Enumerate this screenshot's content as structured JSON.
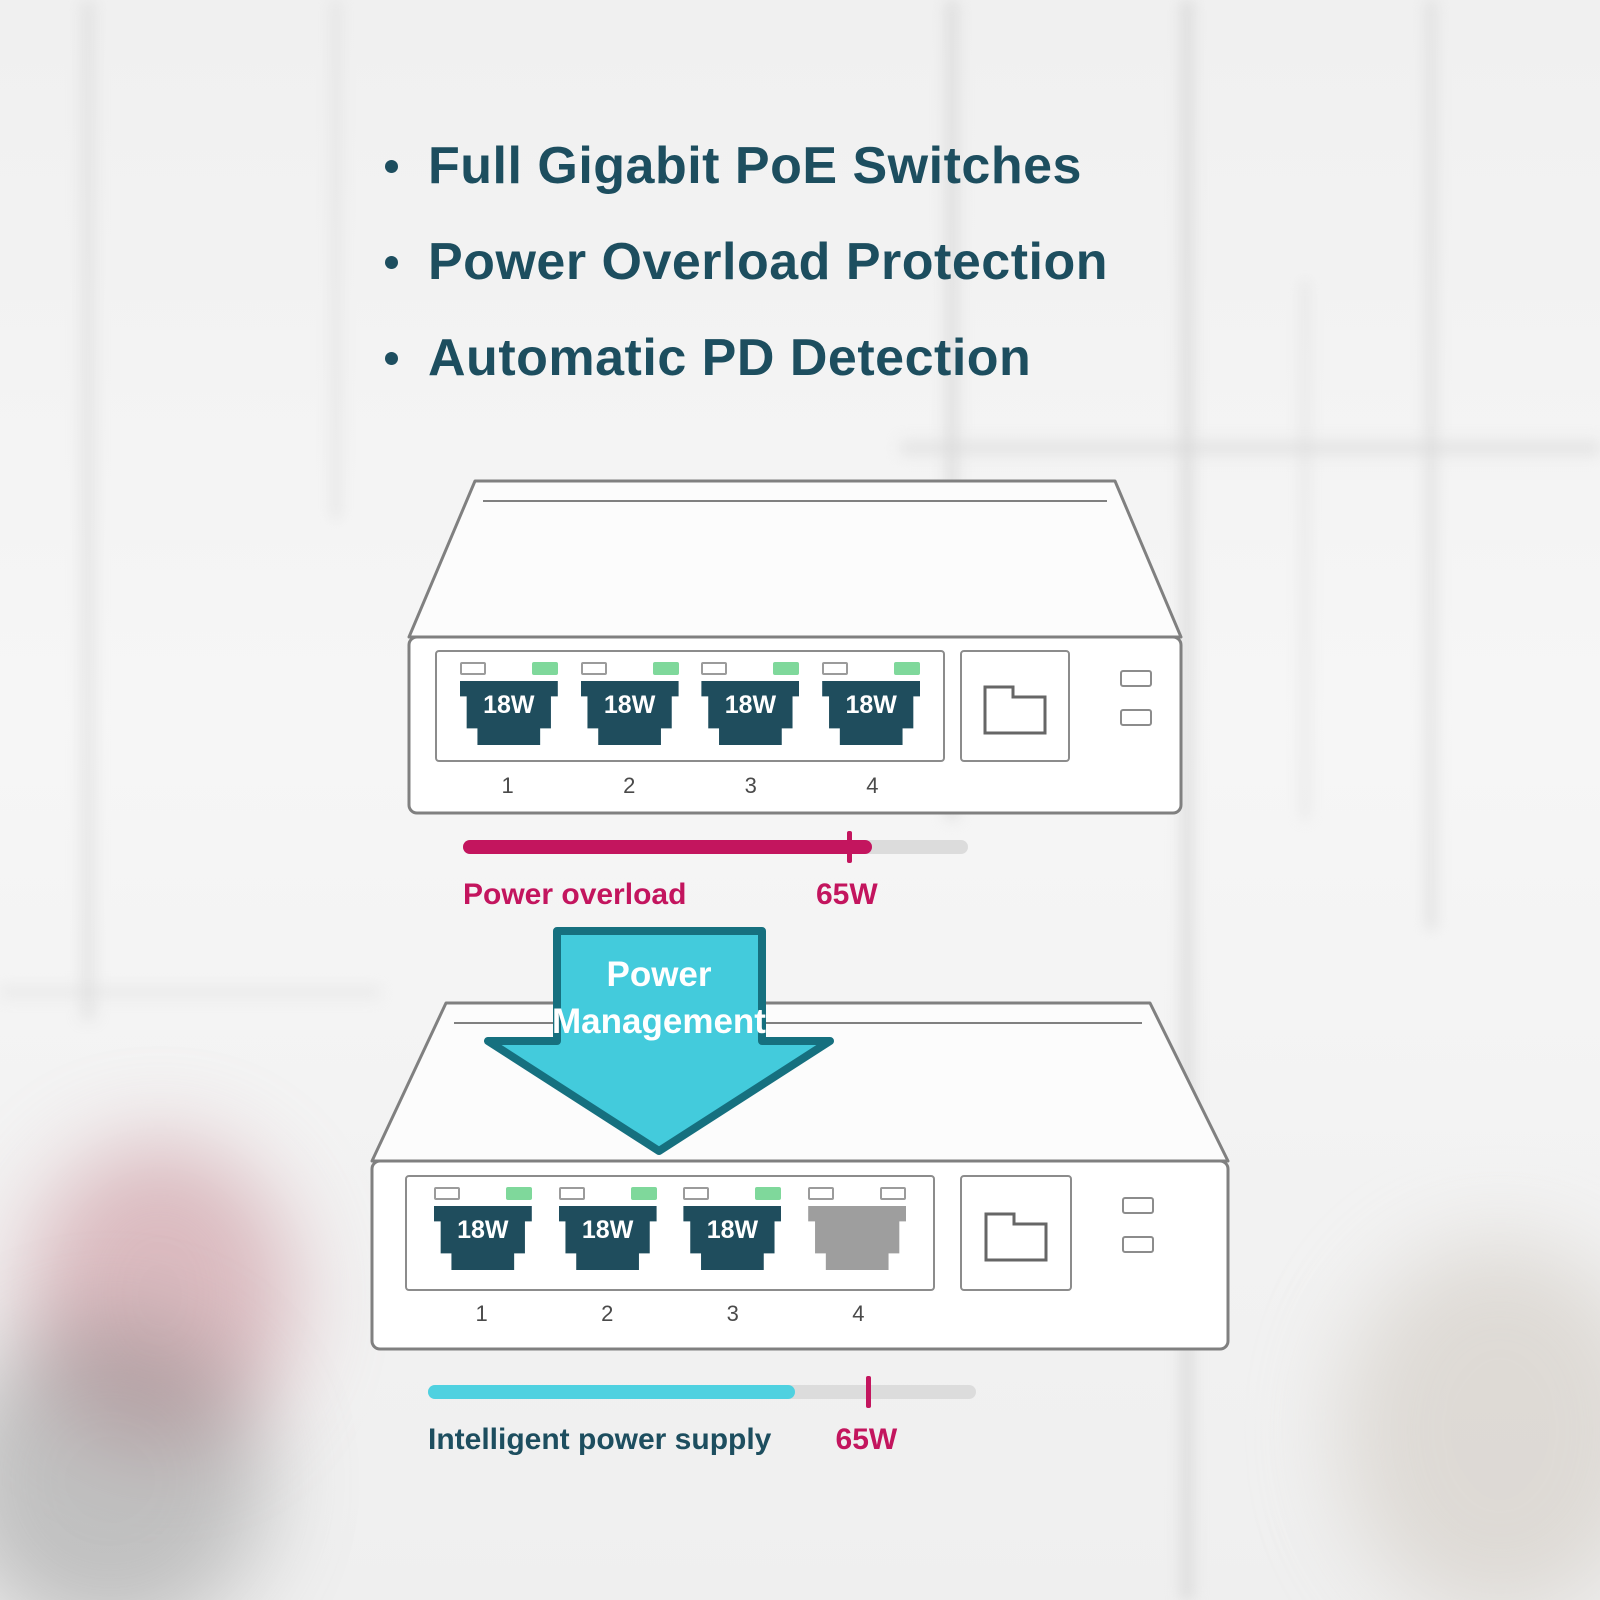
{
  "bullets": {
    "items": [
      {
        "text": "Full Gigabit PoE Switches"
      },
      {
        "text": "Power Overload Protection"
      },
      {
        "text": "Automatic PD Detection"
      }
    ]
  },
  "switch_overload": {
    "name": "PoE switch before power management",
    "ports": [
      {
        "power_label": "18W",
        "number": "1",
        "powered": true
      },
      {
        "power_label": "18W",
        "number": "2",
        "powered": true
      },
      {
        "power_label": "18W",
        "number": "3",
        "powered": true
      },
      {
        "power_label": "18W",
        "number": "4",
        "powered": true
      }
    ],
    "power_bar": {
      "label": "Power overload",
      "limit_label": "65W",
      "fill_percent": 81,
      "marker_percent": 76,
      "fill_color": "#c3155e"
    }
  },
  "arrow": {
    "line1": "Power",
    "line2": "Management"
  },
  "switch_managed": {
    "name": "PoE switch with intelligent power supply",
    "ports": [
      {
        "power_label": "18W",
        "number": "1",
        "powered": true
      },
      {
        "power_label": "18W",
        "number": "2",
        "powered": true
      },
      {
        "power_label": "18W",
        "number": "3",
        "powered": true
      },
      {
        "power_label": "",
        "number": "4",
        "powered": false
      }
    ],
    "power_bar": {
      "label": "Intelligent power supply",
      "limit_label": "65W",
      "fill_percent": 67,
      "marker_percent": 80,
      "fill_color": "#4fd1e0"
    }
  },
  "colors": {
    "heading_teal": "#1d4e5f",
    "magenta": "#c3155e",
    "arrow_cyan": "#43cbdc",
    "arrow_border": "#16707f",
    "port_fill": "#1f4d5d",
    "led_green": "#7fd89b",
    "unpowered_gray": "#9e9e9e"
  }
}
